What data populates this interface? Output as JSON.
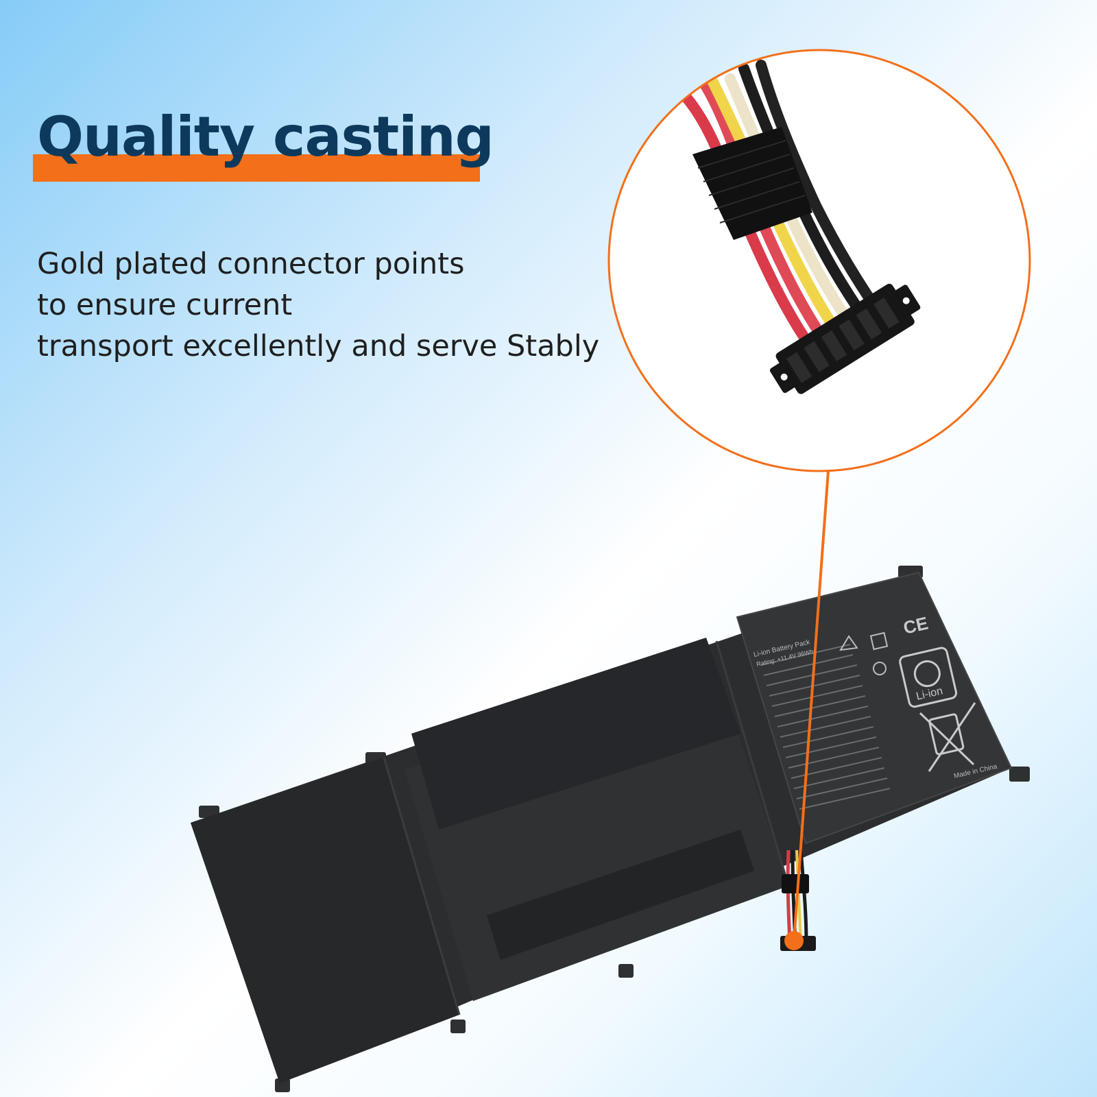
{
  "headline": "Quality casting",
  "description": {
    "line1": "Gold plated connector points",
    "line2": "to ensure current",
    "line3": "transport excellently and serve Stably"
  },
  "label": {
    "pack": "Li-ion Battery Pack",
    "rating": "Rating: +11.4V  96Wh",
    "ce": "CE",
    "liion": "Li-ion",
    "made_in": "Made in China"
  },
  "colors": {
    "accent": "#f36f1a",
    "headline": "#0d3a5c",
    "battery": "#2b2d2f"
  }
}
